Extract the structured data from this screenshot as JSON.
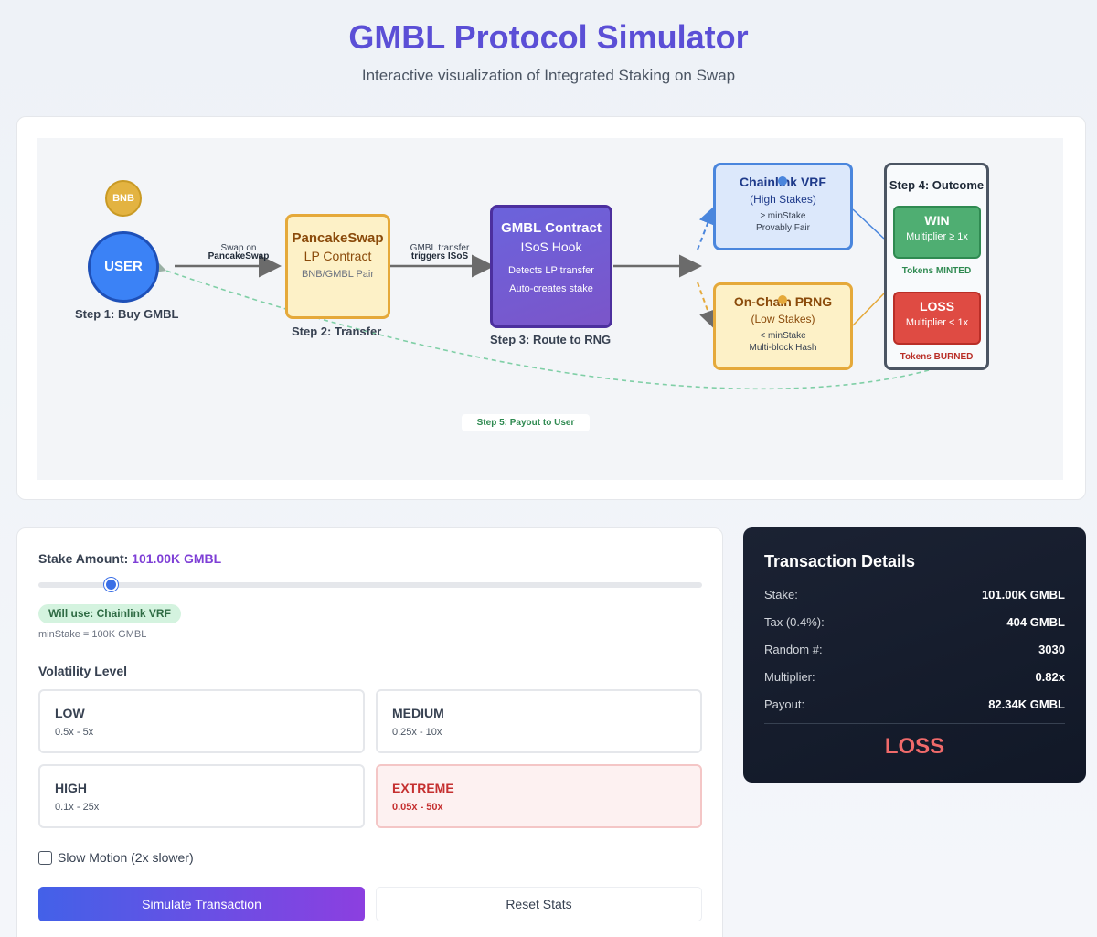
{
  "header": {
    "title": "GMBL Protocol Simulator",
    "subtitle": "Interactive visualization of Integrated Staking on Swap"
  },
  "diagram": {
    "coin_label": "BNB",
    "user_label": "USER",
    "step1": "Step 1: Buy GMBL",
    "edge_swap": {
      "line1": "Swap on",
      "line2": "PancakeSwap"
    },
    "pancake": {
      "title": "PancakeSwap",
      "subtitle": "LP Contract",
      "detail": "BNB/GMBL Pair"
    },
    "step2": "Step 2: Transfer",
    "edge_gmbl": {
      "line1": "GMBL transfer",
      "line2": "triggers ISoS"
    },
    "gmbl_contract": {
      "title": "GMBL Contract",
      "subtitle": "ISoS Hook",
      "detail1": "Detects LP transfer",
      "detail2": "Auto-creates stake"
    },
    "step3": "Step 3: Route to RNG",
    "vrf": {
      "title": "Chainlink VRF",
      "subtitle": "(High Stakes)",
      "detail1": "≥ minStake",
      "detail2": "Provably Fair"
    },
    "prng": {
      "title": "On-Chain PRNG",
      "subtitle": "(Low Stakes)",
      "detail1": "< minStake",
      "detail2": "Multi-block Hash"
    },
    "outcome": {
      "title": "Step 4: Outcome",
      "win": {
        "label": "WIN",
        "detail": "Multiplier ≥ 1x"
      },
      "minted": "Tokens MINTED",
      "loss": {
        "label": "LOSS",
        "detail": "Multiplier < 1x"
      },
      "burned": "Tokens BURNED"
    },
    "step5": "Step 5: Payout to User",
    "colors": {
      "user": "#3b82f6",
      "pancake": "#e5a93a",
      "gmbl": "#6b63dc",
      "vrf": "#4a86dd",
      "win": "#4fae72",
      "loss": "#df4b43",
      "payout_path": "#7fcfa6"
    }
  },
  "controls": {
    "stake_label": "Stake Amount:",
    "stake_value": "101.00K GMBL",
    "rng_badge": "Will use: Chainlink VRF",
    "minstake_note": "minStake = 100K GMBL",
    "volatility_title": "Volatility Level",
    "volatility_options": [
      {
        "name": "LOW",
        "range": "0.5x - 5x",
        "selected": false
      },
      {
        "name": "MEDIUM",
        "range": "0.25x - 10x",
        "selected": false
      },
      {
        "name": "HIGH",
        "range": "0.1x - 25x",
        "selected": false
      },
      {
        "name": "EXTREME",
        "range": "0.05x - 50x",
        "selected": true
      }
    ],
    "slow_motion_label": "Slow Motion (2x slower)",
    "slow_motion_checked": false,
    "simulate_button": "Simulate Transaction",
    "reset_button": "Reset Stats"
  },
  "transaction": {
    "title": "Transaction Details",
    "rows": [
      {
        "label": "Stake:",
        "value": "101.00K GMBL"
      },
      {
        "label": "Tax (0.4%):",
        "value": "404 GMBL"
      },
      {
        "label": "Random #:",
        "value": "3030"
      },
      {
        "label": "Multiplier:",
        "value": "0.82x"
      },
      {
        "label": "Payout:",
        "value": "82.34K GMBL"
      }
    ],
    "result": "LOSS",
    "result_color": "#f06a6a"
  }
}
